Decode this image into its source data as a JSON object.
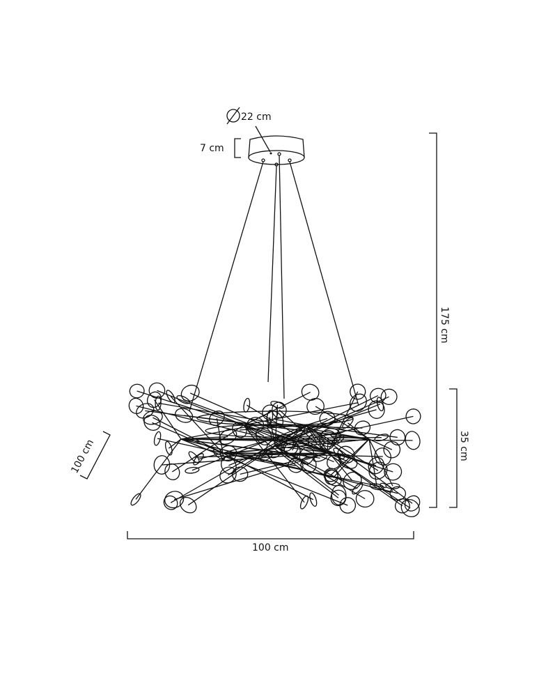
{
  "dimensions": {
    "canopy_diameter": "22 cm",
    "canopy_height": "7 cm",
    "total_height": "175 cm",
    "fixture_height": "35 cm",
    "width": "100 cm",
    "depth": "100 cm"
  },
  "colors": {
    "line": "#111111",
    "background": "#ffffff"
  }
}
